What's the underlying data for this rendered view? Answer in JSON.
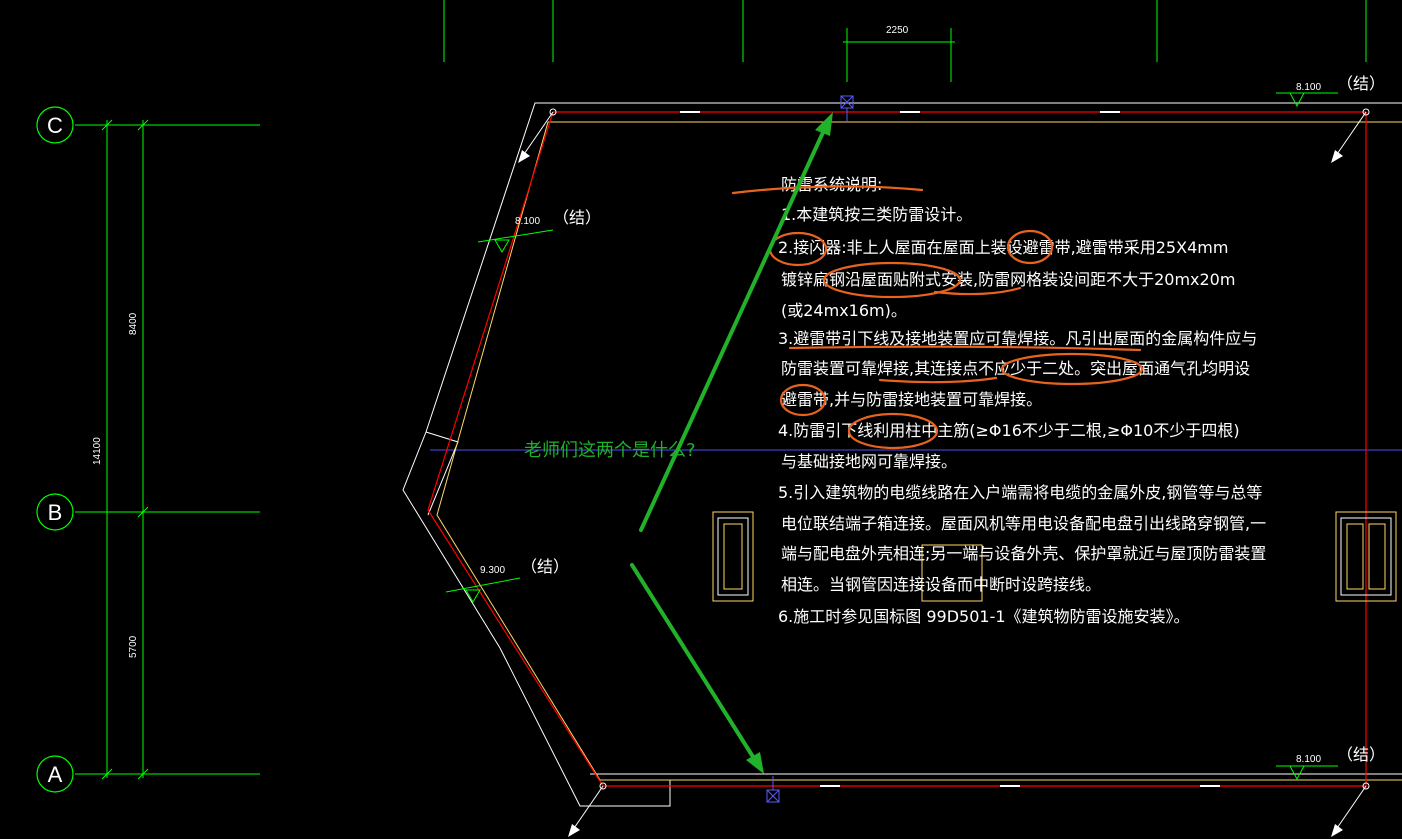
{
  "axes": [
    {
      "label": "C"
    },
    {
      "label": "B"
    },
    {
      "label": "A"
    }
  ],
  "dimensions": {
    "top_span": "2250",
    "upper_left_span": "8400",
    "total_span": "14100",
    "lower_left_span": "5700"
  },
  "elevations": [
    {
      "value": "8.100",
      "note": "（结）"
    },
    {
      "value": "8.100",
      "note": "（结）"
    },
    {
      "value": "9.300",
      "note": "（结）"
    },
    {
      "value": "8.100",
      "note": "（结）"
    }
  ],
  "notes": {
    "title": "防雷系统说明:",
    "lines": [
      "1.本建筑按三类防雷设计。",
      "2.接闪器:非上人屋面在屋面上装设避雷带,避雷带采用25X4mm",
      "镀锌扁钢沿屋面贴附式安装,防雷网格装设间距不大于20mx20m",
      "(或24mx16m)。",
      "3.避雷带引下线及接地装置应可靠焊接。凡引出屋面的金属构件应与",
      "防雷装置可靠焊接,其连接点不应少于二处。突出屋面通气孔均明设",
      "避雷带,并与防雷接地装置可靠焊接。",
      "4.防雷引下线利用柱中主筋(≥Φ16不少于二根,≥Φ10不少于四根)",
      "与基础接地网可靠焊接。",
      "5.引入建筑物的电缆线路在入户端需将电缆的金属外皮,钢管等与总等",
      "电位联结端子箱连接。屋面风机等用电设备配电盘引出线路穿钢管,一",
      "端与配电盘外壳相连;另一端与设备外壳、保护罩就近与屋顶防雷装置",
      "相连。当钢管因连接设备而中断时设跨接线。",
      "6.施工时参见国标图 99D501-1《建筑物防雷设施安装》。"
    ]
  },
  "annotation": {
    "question": "老师们这两个是什么?"
  },
  "colors": {
    "background": "#000000",
    "axis_green": "#00ff00",
    "wall_red": "#ff0000",
    "wall_yellow": "#ffd966",
    "outline_white": "#ffffff",
    "annotation_green": "#22b22a",
    "markup_orange": "#e8641e",
    "center_line_blue": "#4b4bff"
  }
}
